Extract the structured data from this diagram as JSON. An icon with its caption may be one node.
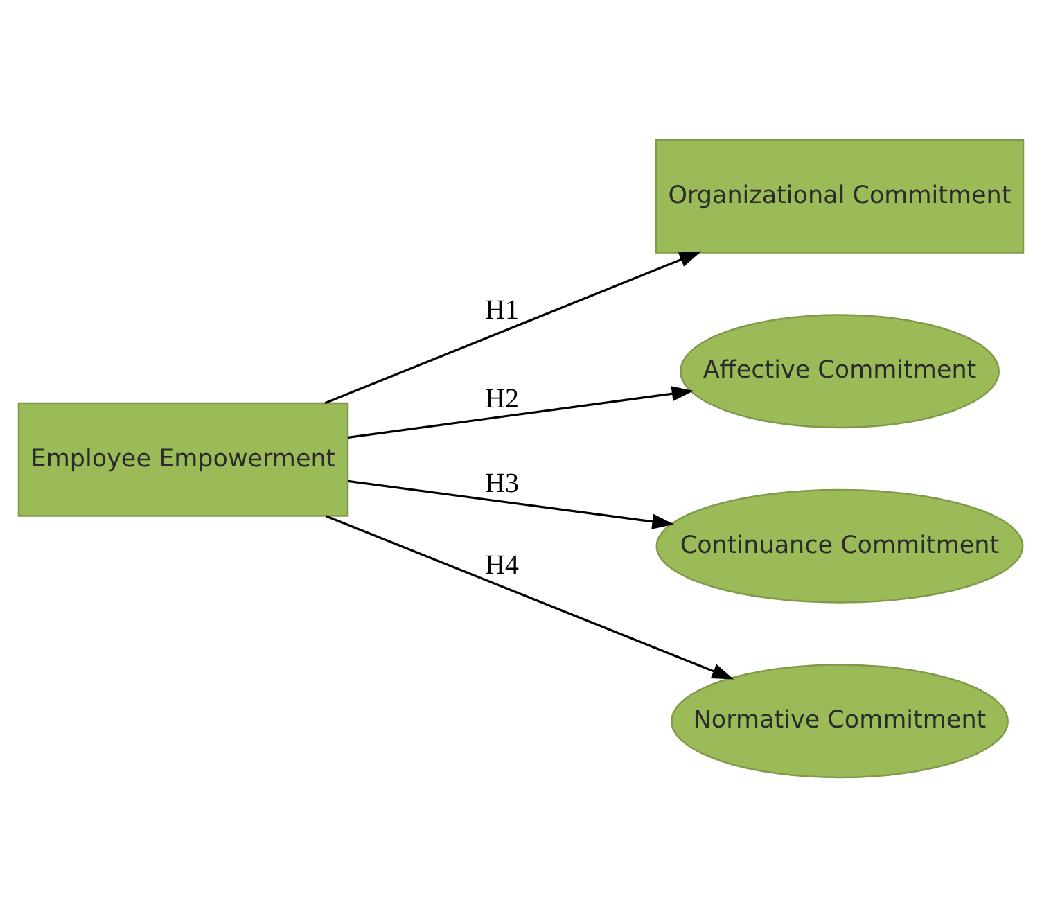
{
  "diagram": {
    "nodes": [
      {
        "text": [
          "Employee Empowerment"
        ]
      },
      {
        "text": [
          "Organizational Commitment"
        ]
      },
      {
        "text": [
          "Affective Commitment"
        ]
      },
      {
        "text": [
          "Continuance Commitment"
        ]
      },
      {
        "text": [
          "Normative Commitment"
        ]
      }
    ],
    "edges": [
      {
        "from": 0,
        "to": 1,
        "arrow": "to",
        "label": "H1"
      },
      {
        "from": 0,
        "to": 2,
        "arrow": "to",
        "label": "H2"
      },
      {
        "from": 0,
        "to": 3,
        "arrow": "to",
        "label": "H3"
      },
      {
        "from": 0,
        "to": 4,
        "arrow": "to",
        "label": "H4"
      }
    ]
  }
}
